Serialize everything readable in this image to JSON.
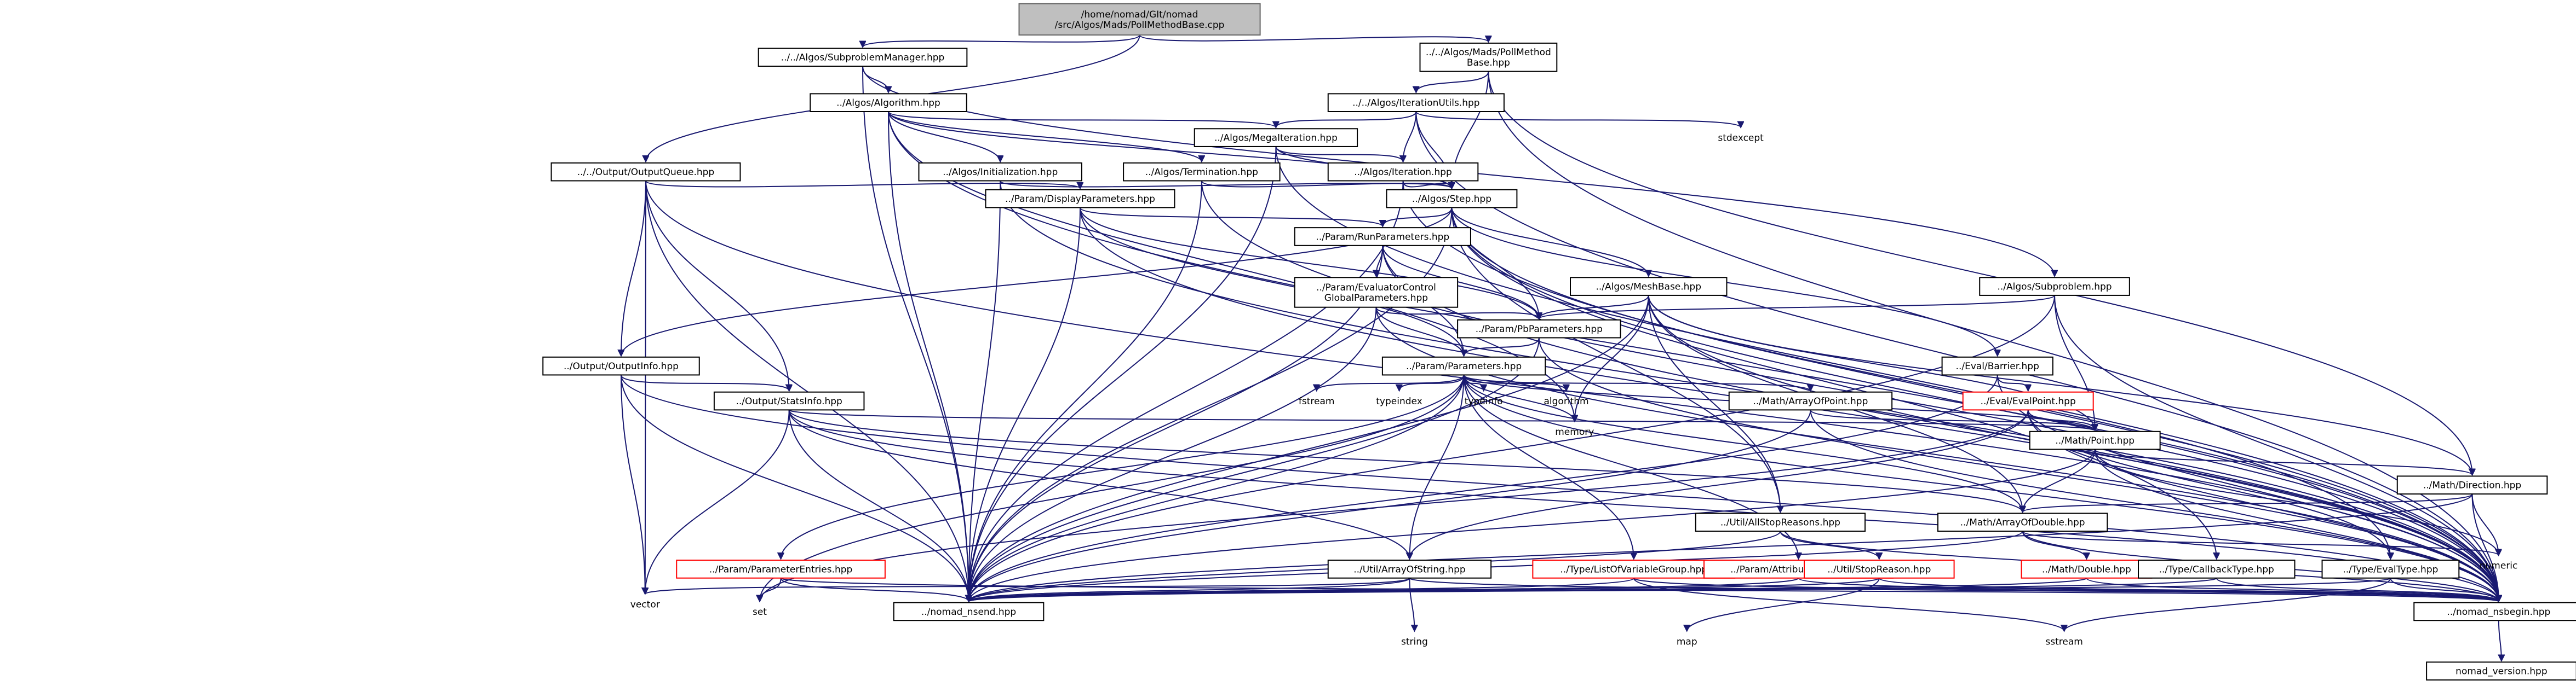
{
  "nodes": [
    {
      "id": "root",
      "lines": [
        "/home/nomad/GIt/nomad",
        "/src/Algos/Mads/PollMethodBase.cpp"
      ],
      "style": "root"
    },
    {
      "id": "subproblemmanager",
      "lines": [
        "../../Algos/SubproblemManager.hpp"
      ],
      "style": "normal"
    },
    {
      "id": "pollmethodbase",
      "lines": [
        "../../Algos/Mads/PollMethod",
        "Base.hpp"
      ],
      "style": "normal"
    },
    {
      "id": "algorithm_hpp",
      "lines": [
        "../Algos/Algorithm.hpp"
      ],
      "style": "normal"
    },
    {
      "id": "iterationutils",
      "lines": [
        "../../Algos/IterationUtils.hpp"
      ],
      "style": "normal"
    },
    {
      "id": "megaiteration",
      "lines": [
        "../Algos/MegaIteration.hpp"
      ],
      "style": "normal"
    },
    {
      "id": "stdexcept",
      "lines": [
        "stdexcept"
      ],
      "style": "nobox"
    },
    {
      "id": "outputqueue",
      "lines": [
        "../../Output/OutputQueue.hpp"
      ],
      "style": "normal"
    },
    {
      "id": "initialization",
      "lines": [
        "../Algos/Initialization.hpp"
      ],
      "style": "normal"
    },
    {
      "id": "termination",
      "lines": [
        "../Algos/Termination.hpp"
      ],
      "style": "normal"
    },
    {
      "id": "iteration",
      "lines": [
        "../Algos/Iteration.hpp"
      ],
      "style": "normal"
    },
    {
      "id": "displayparameters",
      "lines": [
        "../Param/DisplayParameters.hpp"
      ],
      "style": "normal"
    },
    {
      "id": "step",
      "lines": [
        "../Algos/Step.hpp"
      ],
      "style": "normal"
    },
    {
      "id": "runparameters",
      "lines": [
        "../Param/RunParameters.hpp"
      ],
      "style": "normal"
    },
    {
      "id": "evaluatorcontrol",
      "lines": [
        "../Param/EvaluatorControl",
        "GlobalParameters.hpp"
      ],
      "style": "normal"
    },
    {
      "id": "meshbase",
      "lines": [
        "../Algos/MeshBase.hpp"
      ],
      "style": "normal"
    },
    {
      "id": "subproblem",
      "lines": [
        "../Algos/Subproblem.hpp"
      ],
      "style": "normal"
    },
    {
      "id": "pbparameters",
      "lines": [
        "../Param/PbParameters.hpp"
      ],
      "style": "normal"
    },
    {
      "id": "outputinfo",
      "lines": [
        "../Output/OutputInfo.hpp"
      ],
      "style": "normal"
    },
    {
      "id": "parameters",
      "lines": [
        "../Param/Parameters.hpp"
      ],
      "style": "normal"
    },
    {
      "id": "barrier",
      "lines": [
        "../Eval/Barrier.hpp"
      ],
      "style": "normal"
    },
    {
      "id": "statsinfo",
      "lines": [
        "../Output/StatsInfo.hpp"
      ],
      "style": "normal"
    },
    {
      "id": "fstream",
      "lines": [
        "fstream"
      ],
      "style": "nobox"
    },
    {
      "id": "typeindex",
      "lines": [
        "typeindex"
      ],
      "style": "nobox"
    },
    {
      "id": "typeinfo",
      "lines": [
        "typeinfo"
      ],
      "style": "nobox"
    },
    {
      "id": "algorithm_std",
      "lines": [
        "algorithm"
      ],
      "style": "nobox"
    },
    {
      "id": "arrayofpoint",
      "lines": [
        "../Math/ArrayOfPoint.hpp"
      ],
      "style": "normal"
    },
    {
      "id": "evalpoint",
      "lines": [
        "../Eval/EvalPoint.hpp"
      ],
      "style": "partial"
    },
    {
      "id": "memory",
      "lines": [
        "memory"
      ],
      "style": "nobox"
    },
    {
      "id": "point",
      "lines": [
        "../Math/Point.hpp"
      ],
      "style": "normal"
    },
    {
      "id": "direction",
      "lines": [
        "../Math/Direction.hpp"
      ],
      "style": "normal"
    },
    {
      "id": "allstopreasons",
      "lines": [
        "../Util/AllStopReasons.hpp"
      ],
      "style": "normal"
    },
    {
      "id": "arrayofdouble",
      "lines": [
        "../Math/ArrayOfDouble.hpp"
      ],
      "style": "normal"
    },
    {
      "id": "numeric",
      "lines": [
        "numeric"
      ],
      "style": "nobox"
    },
    {
      "id": "parameterentries",
      "lines": [
        "../Param/ParameterEntries.hpp"
      ],
      "style": "partial"
    },
    {
      "id": "arrayofstring",
      "lines": [
        "../Util/ArrayOfString.hpp"
      ],
      "style": "normal"
    },
    {
      "id": "listofvariablegroup",
      "lines": [
        "../Type/ListOfVariableGroup.hpp"
      ],
      "style": "partial"
    },
    {
      "id": "attributefactory",
      "lines": [
        "../Param/AttributeFactory.hpp"
      ],
      "style": "partial"
    },
    {
      "id": "stopreason",
      "lines": [
        "../Util/StopReason.hpp"
      ],
      "style": "partial"
    },
    {
      "id": "double",
      "lines": [
        "../Math/Double.hpp"
      ],
      "style": "partial"
    },
    {
      "id": "callbacktype",
      "lines": [
        "../Type/CallbackType.hpp"
      ],
      "style": "normal"
    },
    {
      "id": "evaltype",
      "lines": [
        "../Type/EvalType.hpp"
      ],
      "style": "normal"
    },
    {
      "id": "vector",
      "lines": [
        "vector"
      ],
      "style": "nobox"
    },
    {
      "id": "set",
      "lines": [
        "set"
      ],
      "style": "nobox"
    },
    {
      "id": "nomad_nsend",
      "lines": [
        "../nomad_nsend.hpp"
      ],
      "style": "normal"
    },
    {
      "id": "string",
      "lines": [
        "string"
      ],
      "style": "nobox"
    },
    {
      "id": "map",
      "lines": [
        "map"
      ],
      "style": "nobox"
    },
    {
      "id": "sstream",
      "lines": [
        "sstream"
      ],
      "style": "nobox"
    },
    {
      "id": "nomad_nsbegin",
      "lines": [
        "../nomad_nsbegin.hpp"
      ],
      "style": "normal"
    },
    {
      "id": "nomad_version",
      "lines": [
        "nomad_version.hpp"
      ],
      "style": "normal"
    }
  ],
  "edges": [
    [
      "root",
      "subproblemmanager"
    ],
    [
      "root",
      "pollmethodbase"
    ],
    [
      "root",
      "outputqueue"
    ],
    [
      "subproblemmanager",
      "algorithm_hpp"
    ],
    [
      "subproblemmanager",
      "subproblem"
    ],
    [
      "subproblemmanager",
      "nomad_nsend"
    ],
    [
      "pollmethodbase",
      "iterationutils"
    ],
    [
      "pollmethodbase",
      "step"
    ],
    [
      "pollmethodbase",
      "direction"
    ],
    [
      "pollmethodbase",
      "nomad_nsbegin"
    ],
    [
      "algorithm_hpp",
      "megaiteration"
    ],
    [
      "algorithm_hpp",
      "initialization"
    ],
    [
      "algorithm_hpp",
      "termination"
    ],
    [
      "algorithm_hpp",
      "step"
    ],
    [
      "algorithm_hpp",
      "nomad_nsend"
    ],
    [
      "algorithm_hpp",
      "memory"
    ],
    [
      "algorithm_hpp",
      "nomad_nsbegin"
    ],
    [
      "iterationutils",
      "megaiteration"
    ],
    [
      "iterationutils",
      "iteration"
    ],
    [
      "iterationutils",
      "step"
    ],
    [
      "iterationutils",
      "stdexcept"
    ],
    [
      "iterationutils",
      "nomad_nsbegin"
    ],
    [
      "megaiteration",
      "iteration"
    ],
    [
      "megaiteration",
      "step"
    ],
    [
      "megaiteration",
      "nomad_nsend"
    ],
    [
      "megaiteration",
      "nomad_nsbegin"
    ],
    [
      "outputqueue",
      "displayparameters"
    ],
    [
      "outputqueue",
      "outputinfo"
    ],
    [
      "outputqueue",
      "statsinfo"
    ],
    [
      "outputqueue",
      "nomad_nsend"
    ],
    [
      "outputqueue",
      "vector"
    ],
    [
      "outputqueue",
      "nomad_nsbegin"
    ],
    [
      "initialization",
      "step"
    ],
    [
      "initialization",
      "nomad_nsend"
    ],
    [
      "initialization",
      "nomad_nsbegin"
    ],
    [
      "termination",
      "step"
    ],
    [
      "termination",
      "nomad_nsend"
    ],
    [
      "termination",
      "nomad_nsbegin"
    ],
    [
      "iteration",
      "step"
    ],
    [
      "iteration",
      "nomad_nsend"
    ],
    [
      "iteration",
      "nomad_nsbegin"
    ],
    [
      "displayparameters",
      "runparameters"
    ],
    [
      "displayparameters",
      "pbparameters"
    ],
    [
      "displayparameters",
      "parameters"
    ],
    [
      "displayparameters",
      "nomad_nsend"
    ],
    [
      "displayparameters",
      "nomad_nsbegin"
    ],
    [
      "step",
      "runparameters"
    ],
    [
      "step",
      "pbparameters"
    ],
    [
      "step",
      "meshbase"
    ],
    [
      "step",
      "barrier"
    ],
    [
      "step",
      "outputinfo"
    ],
    [
      "step",
      "allstopreasons"
    ],
    [
      "step",
      "callbacktype"
    ],
    [
      "step",
      "evaltype"
    ],
    [
      "step",
      "nomad_nsend"
    ],
    [
      "step",
      "nomad_nsbegin"
    ],
    [
      "runparameters",
      "evaluatorcontrol"
    ],
    [
      "runparameters",
      "pbparameters"
    ],
    [
      "runparameters",
      "parameters"
    ],
    [
      "runparameters",
      "nomad_nsend"
    ],
    [
      "runparameters",
      "nomad_nsbegin"
    ],
    [
      "evaluatorcontrol",
      "pbparameters"
    ],
    [
      "evaluatorcontrol",
      "parameters"
    ],
    [
      "evaluatorcontrol",
      "nomad_nsend"
    ],
    [
      "evaluatorcontrol",
      "nomad_nsbegin"
    ],
    [
      "meshbase",
      "pbparameters"
    ],
    [
      "meshbase",
      "point"
    ],
    [
      "meshbase",
      "direction"
    ],
    [
      "meshbase",
      "arrayofdouble"
    ],
    [
      "meshbase",
      "allstopreasons"
    ],
    [
      "meshbase",
      "memory"
    ],
    [
      "meshbase",
      "nomad_nsend"
    ],
    [
      "meshbase",
      "nomad_nsbegin"
    ],
    [
      "subproblem",
      "pbparameters"
    ],
    [
      "subproblem",
      "point"
    ],
    [
      "subproblem",
      "nomad_nsend"
    ],
    [
      "subproblem",
      "nomad_nsbegin"
    ],
    [
      "pbparameters",
      "parameters"
    ],
    [
      "pbparameters",
      "nomad_nsend"
    ],
    [
      "pbparameters",
      "nomad_nsbegin"
    ],
    [
      "outputinfo",
      "statsinfo"
    ],
    [
      "outputinfo",
      "vector"
    ],
    [
      "outputinfo",
      "nomad_nsend"
    ],
    [
      "outputinfo",
      "nomad_nsbegin"
    ],
    [
      "parameters",
      "fstream"
    ],
    [
      "parameters",
      "typeindex"
    ],
    [
      "parameters",
      "typeinfo"
    ],
    [
      "parameters",
      "algorithm_std"
    ],
    [
      "parameters",
      "arrayofpoint"
    ],
    [
      "parameters",
      "point"
    ],
    [
      "parameters",
      "arrayofdouble"
    ],
    [
      "parameters",
      "parameterentries"
    ],
    [
      "parameters",
      "arrayofstring"
    ],
    [
      "parameters",
      "listofvariablegroup"
    ],
    [
      "parameters",
      "attributefactory"
    ],
    [
      "parameters",
      "memory"
    ],
    [
      "parameters",
      "set"
    ],
    [
      "parameters",
      "nomad_nsend"
    ],
    [
      "parameters",
      "nomad_nsbegin"
    ],
    [
      "barrier",
      "evalpoint"
    ],
    [
      "barrier",
      "nomad_nsend"
    ],
    [
      "barrier",
      "nomad_nsbegin"
    ],
    [
      "statsinfo",
      "point"
    ],
    [
      "statsinfo",
      "arrayofdouble"
    ],
    [
      "statsinfo",
      "arrayofstring"
    ],
    [
      "statsinfo",
      "vector"
    ],
    [
      "statsinfo",
      "nomad_nsend"
    ],
    [
      "statsinfo",
      "nomad_nsbegin"
    ],
    [
      "arrayofpoint",
      "point"
    ],
    [
      "arrayofpoint",
      "nomad_nsend"
    ],
    [
      "arrayofpoint",
      "nomad_nsbegin"
    ],
    [
      "evalpoint",
      "point"
    ],
    [
      "evalpoint",
      "evaltype"
    ],
    [
      "evalpoint",
      "arrayofstring"
    ],
    [
      "evalpoint",
      "set"
    ],
    [
      "evalpoint",
      "nomad_nsbegin"
    ],
    [
      "point",
      "arrayofdouble"
    ],
    [
      "point",
      "direction"
    ],
    [
      "point",
      "numeric"
    ],
    [
      "point",
      "nomad_nsend"
    ],
    [
      "point",
      "nomad_nsbegin"
    ],
    [
      "direction",
      "arrayofdouble"
    ],
    [
      "direction",
      "numeric"
    ],
    [
      "direction",
      "nomad_nsend"
    ],
    [
      "direction",
      "nomad_nsbegin"
    ],
    [
      "allstopreasons",
      "stopreason"
    ],
    [
      "allstopreasons",
      "nomad_nsend"
    ],
    [
      "allstopreasons",
      "nomad_nsbegin"
    ],
    [
      "arrayofdouble",
      "double"
    ],
    [
      "arrayofdouble",
      "numeric"
    ],
    [
      "arrayofdouble",
      "nomad_nsend"
    ],
    [
      "arrayofdouble",
      "nomad_nsbegin"
    ],
    [
      "parameterentries",
      "set"
    ],
    [
      "parameterentries",
      "nomad_nsend"
    ],
    [
      "parameterentries",
      "nomad_nsbegin"
    ],
    [
      "arrayofstring",
      "string"
    ],
    [
      "arrayofstring",
      "vector"
    ],
    [
      "arrayofstring",
      "nomad_nsend"
    ],
    [
      "arrayofstring",
      "nomad_nsbegin"
    ],
    [
      "listofvariablegroup",
      "sstream"
    ],
    [
      "listofvariablegroup",
      "nomad_nsend"
    ],
    [
      "listofvariablegroup",
      "nomad_nsbegin"
    ],
    [
      "attributefactory",
      "nomad_nsend"
    ],
    [
      "attributefactory",
      "nomad_nsbegin"
    ],
    [
      "stopreason",
      "map"
    ],
    [
      "stopreason",
      "nomad_nsend"
    ],
    [
      "stopreason",
      "nomad_nsbegin"
    ],
    [
      "double",
      "nomad_nsend"
    ],
    [
      "double",
      "nomad_nsbegin"
    ],
    [
      "callbacktype",
      "nomad_nsend"
    ],
    [
      "callbacktype",
      "nomad_nsbegin"
    ],
    [
      "evaltype",
      "sstream"
    ],
    [
      "evaltype",
      "nomad_nsend"
    ],
    [
      "evaltype",
      "nomad_nsbegin"
    ],
    [
      "nomad_nsbegin",
      "nomad_version"
    ]
  ],
  "colors": {
    "edge": "#191970",
    "box_border": "#000000",
    "partial_border": "#ff0000",
    "root_fill": "#bfbfbf",
    "background": "#ffffff"
  }
}
